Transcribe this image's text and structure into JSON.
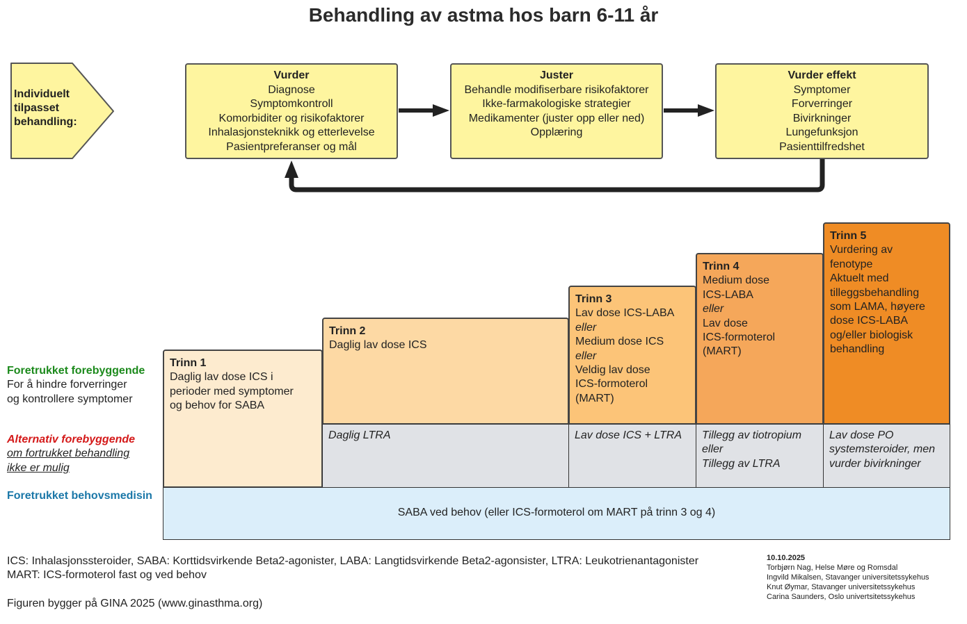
{
  "title": "Behandling av astma hos barn 6-11 år",
  "pentagon": {
    "lines": [
      "Individuelt",
      "tilpasset",
      "behandling:"
    ]
  },
  "cycle": [
    {
      "head": "Vurder",
      "lines": [
        "Diagnose",
        "Symptomkontroll",
        "Komorbiditer og risikofaktorer",
        "Inhalasjonsteknikk og etterlevelse",
        "Pasientpreferanser og mål"
      ]
    },
    {
      "head": "Juster",
      "lines": [
        "Behandle modifiserbare risikofaktorer",
        "Ikke-farmakologiske strategier",
        "Medikamenter (juster opp eller ned)",
        "Opplæring"
      ]
    },
    {
      "head": "Vurder effekt",
      "lines": [
        "Symptomer",
        "Forverringer",
        "Bivirkninger",
        "Lungefunksjon",
        "Pasienttilfredshet"
      ]
    }
  ],
  "labels": {
    "preferred_head": "Foretrukket forebyggende",
    "preferred_l1": "For å hindre forverringer",
    "preferred_l2": "og kontrollere symptomer",
    "alt_head": "Alternativ forebyggende",
    "alt_l1": "om fortrukket behandling",
    "alt_l2": "ikke er mulig",
    "reliever_head": "Foretrukket behovsmedisin"
  },
  "steps": [
    {
      "title": "Trinn 1",
      "lines": [
        {
          "t": "Daglig lav dose ICS i"
        },
        {
          "t": "perioder med symptomer"
        },
        {
          "t": "og behov for SABA"
        }
      ],
      "color": "#fdebcf"
    },
    {
      "title": "Trinn 2",
      "lines": [
        {
          "t": "Daglig lav dose ICS"
        }
      ],
      "color": "#fdd9a4"
    },
    {
      "title": "Trinn 3",
      "lines": [
        {
          "t": "Lav dose ICS-LABA"
        },
        {
          "t": "eller",
          "i": true
        },
        {
          "t": "Medium dose ICS"
        },
        {
          "t": "eller",
          "i": true
        },
        {
          "t": "Veldig lav dose"
        },
        {
          "t": "ICS-formoterol"
        },
        {
          "t": "(MART)"
        }
      ],
      "color": "#fcc478"
    },
    {
      "title": "Trinn 4",
      "lines": [
        {
          "t": "Medium dose"
        },
        {
          "t": "ICS-LABA"
        },
        {
          "t": "eller",
          "i": true
        },
        {
          "t": "Lav dose"
        },
        {
          "t": "ICS-formoterol"
        },
        {
          "t": "(MART)"
        }
      ],
      "color": "#f5a75a"
    },
    {
      "title": "Trinn 5",
      "lines": [
        {
          "t": "Vurdering av"
        },
        {
          "t": "fenotype"
        },
        {
          "t": "Aktuelt med"
        },
        {
          "t": "tilleggsbehandling"
        },
        {
          "t": "som LAMA, høyere"
        },
        {
          "t": "dose ICS-LABA"
        },
        {
          "t": "og/eller biologisk"
        },
        {
          "t": "behandling"
        }
      ],
      "color": "#ef8c25"
    }
  ],
  "alternatives": [
    {
      "lines": [
        "Daglig LTRA"
      ]
    },
    {
      "lines": [
        "Lav dose ICS + LTRA"
      ]
    },
    {
      "lines": [
        "Tillegg av tiotropium",
        "eller",
        "Tillegg av LTRA"
      ]
    },
    {
      "lines": [
        "Lav dose PO",
        "systemsteroider, men",
        "vurder bivirkninger"
      ]
    }
  ],
  "reliever": "SABA ved behov (eller ICS-formoterol om MART på trinn 3 og 4)",
  "footnotes": {
    "abbr1": "ICS: Inhalasjonssteroider, SABA: Korttidsvirkende Beta2-agonister, LABA: Langtidsvirkende Beta2-agonsister, LTRA: Leukotrienantagonister",
    "abbr2": "MART: ICS-formoterol fast og ved behov",
    "source": "Figuren bygger på GINA 2025 (www.ginasthma.org)"
  },
  "credits": {
    "date": "10.10.2025",
    "authors": [
      "Torbjørn Nag, Helse Møre og Romsdal",
      "Ingvild Mikalsen, Stavanger universitetssykehus",
      "Knut Øymar, Stavanger universitetssykehus",
      "Carina Saunders, Oslo univertsitetssykehus"
    ]
  },
  "colors": {
    "yellow": "#fef59f",
    "grey": "#e0e2e6",
    "blue": "#dbeefa",
    "green": "#1c8a1c",
    "red": "#d41919",
    "label_blue": "#1a77a8"
  }
}
